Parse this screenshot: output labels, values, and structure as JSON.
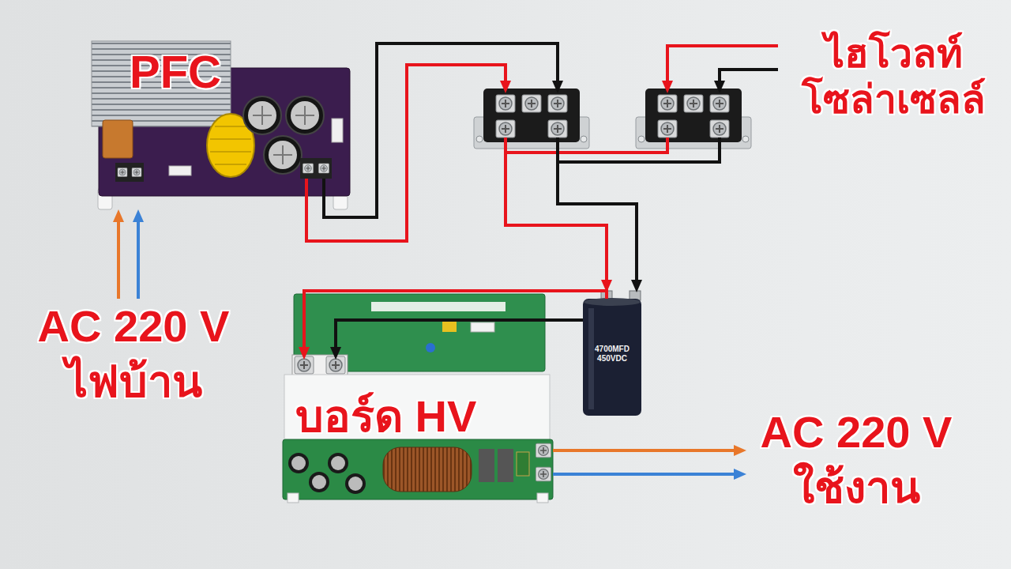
{
  "diagram": {
    "nodes": [
      {
        "text": [
          "PFC"
        ]
      },
      {
        "text": [
          "AC 220 V ไฟบ้าน"
        ]
      },
      {
        "text": [
          "4700MFD 450VDC"
        ]
      },
      {
        "text": [
          "บอร์ด HV"
        ]
      },
      {
        "text": [
          "AC 220 V ใช้งาน"
        ]
      }
    ],
    "edges": [
      {
        "from": 1,
        "to": 0,
        "arrow": "to"
      },
      {
        "from": 1,
        "to": 0,
        "arrow": "to"
      },
      {
        "from": 2,
        "to": 3,
        "arrow": "to"
      },
      {
        "from": 2,
        "to": 3,
        "arrow": "to"
      },
      {
        "from": 3,
        "to": 4,
        "arrow": "to"
      },
      {
        "from": 3,
        "to": 4,
        "arrow": "to"
      }
    ],
    "labels": [
      "ไฮโวลท์ โซล่าเซลล์"
    ]
  }
}
